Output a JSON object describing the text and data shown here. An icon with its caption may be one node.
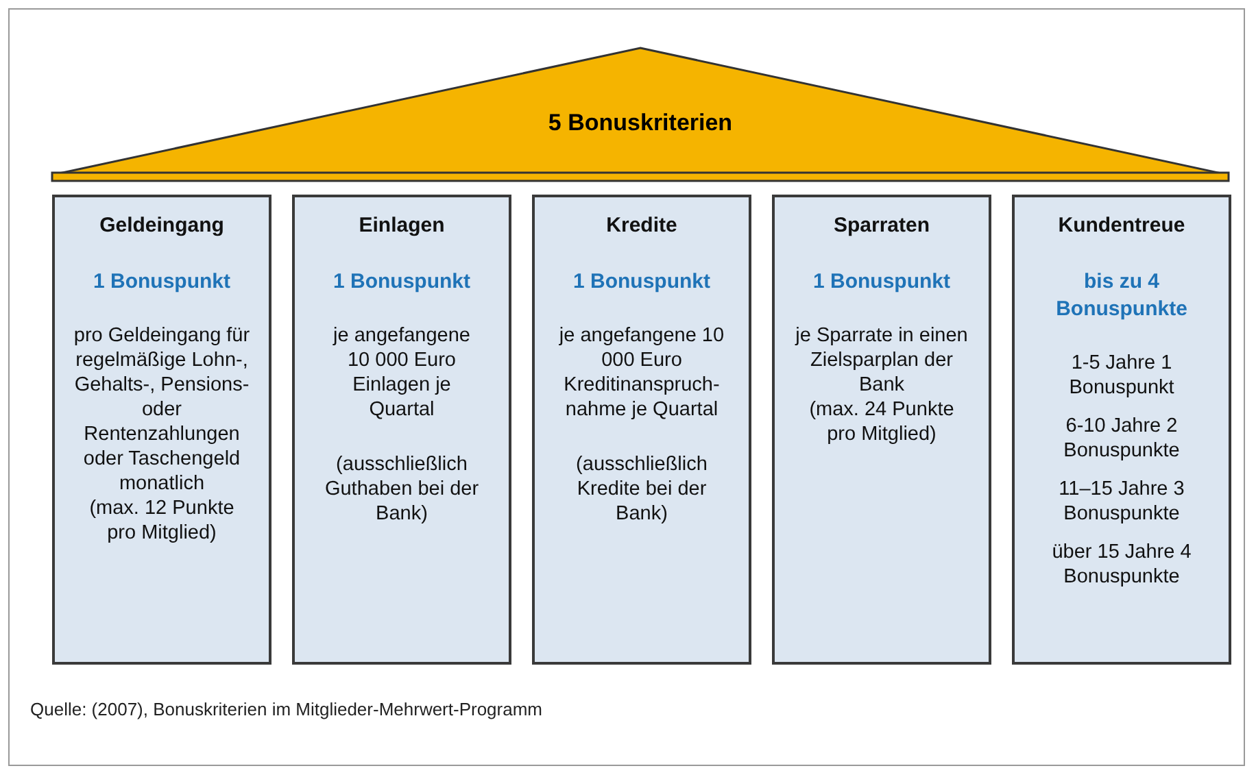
{
  "diagram": {
    "caption": "Quelle: (2007), Bonuskriterien im Mitglieder-Mehrwert-Programm",
    "nodes": [
      {
        "text": [
          "5 Bonuskriterien"
        ]
      },
      {
        "text": [
          "Geldeingang",
          "1 Bonuspunkt",
          "pro Geldeingang für regelmäßige Lohn-, Gehalts-, Pensions- oder Rentenzahlungen oder Taschengeld monatlich",
          "(max. 12 Punkte pro Mitglied)"
        ]
      },
      {
        "text": [
          "Einlagen",
          "1 Bonuspunkt",
          "je angefangene 10 000 Euro Einlagen je Quartal",
          "(ausschließlich Guthaben bei der Bank)"
        ]
      },
      {
        "text": [
          "Kredite",
          "1 Bonuspunkt",
          "je angefangene 10 000 Euro Kreditinanspruch-nahme je Quartal",
          "(ausschließlich Kredite bei der Bank)"
        ]
      },
      {
        "text": [
          "Sparraten",
          "1 Bonuspunkt",
          "je Sparrate in einen Zielsparplan der Bank",
          "(max. 24 Punkte pro Mitglied)"
        ]
      },
      {
        "text": [
          "Kundentreue",
          "bis zu 4 Bonuspunkte",
          "1-5 Jahre 1 Bonuspunkt",
          "6-10 Jahre 2 Bonuspunkte",
          "11–15 Jahre 3 Bonuspunkte",
          "über 15 Jahre 4 Bonuspunkte"
        ]
      }
    ],
    "edges": []
  }
}
